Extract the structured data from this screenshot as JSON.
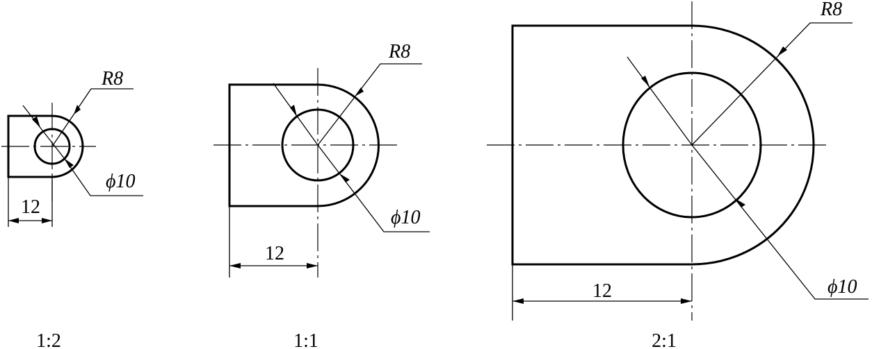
{
  "views": [
    {
      "scale": "1:2",
      "radius_label": "R8",
      "diameter_label": "ϕ10",
      "length_label": "12"
    },
    {
      "scale": "1:1",
      "radius_label": "R8",
      "diameter_label": "ϕ10",
      "length_label": "12"
    },
    {
      "scale": "2:1",
      "radius_label": "R8",
      "diameter_label": "ϕ10",
      "length_label": "12"
    }
  ]
}
